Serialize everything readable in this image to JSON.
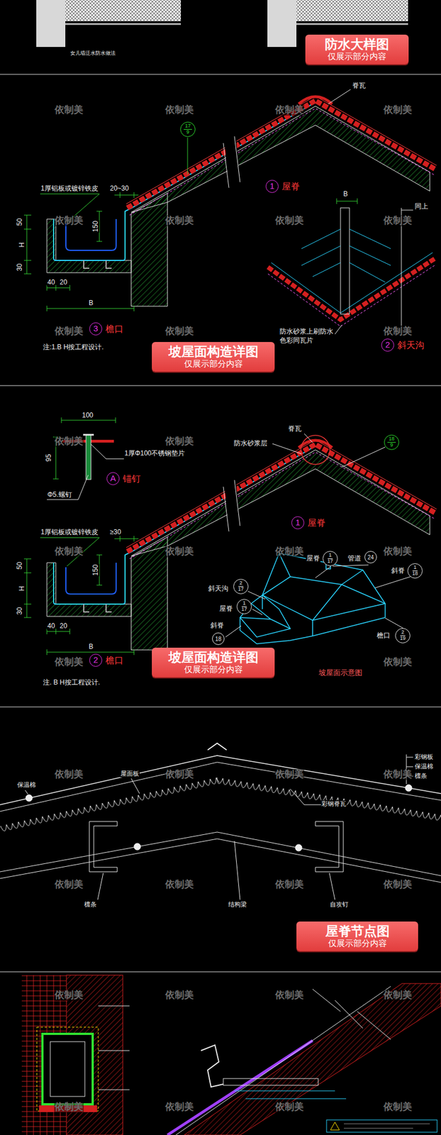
{
  "diagram": {
    "nodes": [
      {
        "text": [
          "防水大样图",
          "仅展示部分内容"
        ]
      },
      {
        "text": [
          "17",
          "9"
        ]
      },
      {
        "text": [
          "1",
          "屋脊"
        ]
      },
      {
        "text": [
          "3",
          "檐口"
        ]
      },
      {
        "text": [
          "2",
          "斜天沟"
        ]
      },
      {
        "text": [
          "坡屋面构造详图",
          "仅展示部分内容"
        ]
      },
      {
        "text": [
          "18",
          "9"
        ]
      },
      {
        "text": [
          "A",
          "锚钉"
        ]
      },
      {
        "text": [
          "1",
          "屋脊"
        ]
      },
      {
        "text": [
          "1",
          "17"
        ]
      },
      {
        "text": [
          "2",
          "17"
        ]
      },
      {
        "text": [
          "24"
        ]
      },
      {
        "text": [
          "1",
          "18"
        ]
      },
      {
        "text": [
          "1",
          "17"
        ]
      },
      {
        "text": [
          "18"
        ]
      },
      {
        "text": [
          "2",
          "檐口"
        ]
      },
      {
        "text": [
          "2",
          "19"
        ]
      },
      {
        "text": [
          "坡屋面构造详图",
          "仅展示部分内容"
        ]
      },
      {
        "text": [
          "屋脊节点图",
          "仅展示部分内容"
        ]
      }
    ],
    "labels": [
      "女儿墙泛水防水做法",
      "脊瓦",
      "1厚铝板或镀锌铁皮",
      "20~30",
      "150",
      "50",
      "H",
      "30",
      "40",
      "20",
      "B",
      "注:1.B H按工程设计.",
      "B",
      "同上",
      "防水砂浆上刷防水",
      "色彩同瓦片",
      "100",
      "95",
      "1厚Φ100不锈钢垫片",
      "Φ5.螺钉",
      "脊瓦",
      "防水砂浆层",
      "≥30",
      "1厚铝板或镀锌铁皮",
      "150",
      "50",
      "H",
      "30",
      "40",
      "20",
      "B",
      "注. B H按工程设计.",
      "屋脊",
      "管道",
      "斜天沟",
      "屋脊",
      "斜脊",
      "斜脊",
      "檐口",
      "坡屋面示意图",
      "保温棉",
      "屋面板",
      "彩钢脊瓦",
      "彩钢板",
      "保温棉",
      "檩条",
      "檩条",
      "结构梁",
      "自攻钉",
      "依制美",
      "依制美",
      "依制美",
      "依制美",
      "依制美",
      "依制美",
      "依制美",
      "依制美",
      "依制美",
      "依制美",
      "依制美",
      "依制美",
      "依制美",
      "依制美",
      "依制美",
      "依制美",
      "依制美",
      "依制美",
      "依制美",
      "依制美",
      "依制美",
      "依制美",
      "依制美",
      "依制美",
      "依制美",
      "依制美",
      "依制美",
      "依制美",
      "依制美",
      "依制美",
      "依制美",
      "依制美",
      "依制美",
      "依制美",
      "依制美"
    ]
  }
}
